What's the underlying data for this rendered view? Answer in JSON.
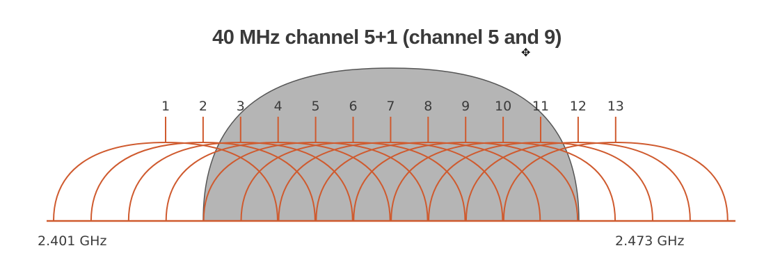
{
  "title": "40 MHz channel 5+1 (channel 5 and 9)",
  "channels": [
    "1",
    "2",
    "3",
    "4",
    "5",
    "6",
    "7",
    "8",
    "9",
    "10",
    "11",
    "12",
    "13"
  ],
  "frequency_start": "2.401 GHz",
  "frequency_end": "2.473 GHz",
  "colors": {
    "channel_curve": "#cf5a2e",
    "bonded_fill": "#b5b5b5",
    "bonded_stroke": "#555555",
    "text": "#3b3b3b"
  },
  "cursor_icon": "move-cursor-icon"
}
